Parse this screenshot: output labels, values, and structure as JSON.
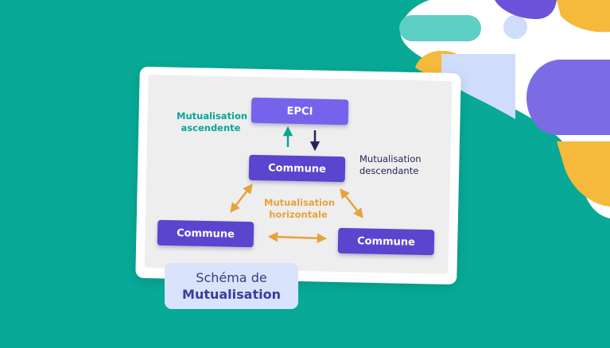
{
  "diagram": {
    "top_node": "EPCI",
    "middle_node": "Commune",
    "left_node": "Commune",
    "right_node": "Commune",
    "label_up": [
      "Mutualisation",
      "ascendente"
    ],
    "label_down": [
      "Mutualisation",
      "descendante"
    ],
    "label_horizontal": [
      "Mutualisation",
      "horizontale"
    ]
  },
  "badge": {
    "line1": "Schéma de",
    "line2": "Mutualisation"
  },
  "colors": {
    "background": "#08a997",
    "node_top": "#7563ec",
    "node": "#5a45cf",
    "arrow_up": "#0aa694",
    "arrow_down": "#24265a",
    "arrow_horizontal": "#e8a23a",
    "badge": "#d9e3fb"
  }
}
